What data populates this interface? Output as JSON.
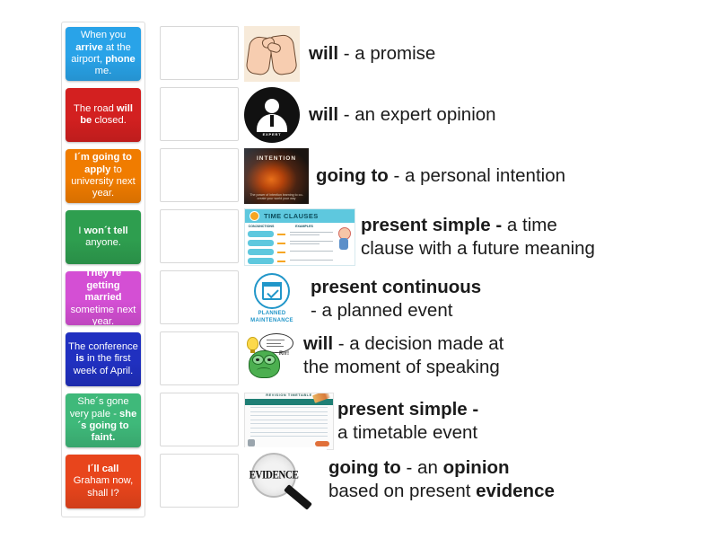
{
  "activity": {
    "type": "match-up",
    "prompt_column_label": "sentence prompts",
    "answer_column_label": "drop zones"
  },
  "prompts": [
    {
      "id": "prompt-1",
      "color": "#29a3e8",
      "text_segments": [
        {
          "t": "When you ",
          "b": false
        },
        {
          "t": "arrive",
          "b": true
        },
        {
          "t": " at the airport, ",
          "b": false
        },
        {
          "t": "phone",
          "b": true
        },
        {
          "t": " me.",
          "b": false
        }
      ]
    },
    {
      "id": "prompt-2",
      "color": "#d32020",
      "text_segments": [
        {
          "t": "The road ",
          "b": false
        },
        {
          "t": "will be",
          "b": true
        },
        {
          "t": " closed.",
          "b": false
        }
      ]
    },
    {
      "id": "prompt-3",
      "color": "#f07c00",
      "text_segments": [
        {
          "t": "I´m going to apply",
          "b": true
        },
        {
          "t": " to university next year.",
          "b": false
        }
      ]
    },
    {
      "id": "prompt-4",
      "color": "#2e9e4f",
      "text_segments": [
        {
          "t": "I ",
          "b": false
        },
        {
          "t": "won´t tell",
          "b": true
        },
        {
          "t": " anyone.",
          "b": false
        }
      ]
    },
    {
      "id": "prompt-5",
      "color": "#d44fd4",
      "text_segments": [
        {
          "t": "They´re getting married",
          "b": true
        },
        {
          "t": " sometime next year.",
          "b": false
        }
      ]
    },
    {
      "id": "prompt-6",
      "color": "#2030c0",
      "text_segments": [
        {
          "t": "The conference ",
          "b": false
        },
        {
          "t": "is",
          "b": true
        },
        {
          "t": " in the first week of April.",
          "b": false
        }
      ]
    },
    {
      "id": "prompt-7",
      "color": "#3fb97a",
      "text_segments": [
        {
          "t": "She´s gone very pale - ",
          "b": false
        },
        {
          "t": "she´s going to faint.",
          "b": true
        }
      ]
    },
    {
      "id": "prompt-8",
      "color": "#e8451c",
      "text_segments": [
        {
          "t": "I´ll call",
          "b": true
        },
        {
          "t": " Graham now, shall I?",
          "b": false
        }
      ]
    }
  ],
  "answers": [
    {
      "id": "answer-1",
      "icon": "pinky-promise-hands-image",
      "line1_segments": [
        {
          "t": "will",
          "b": true
        },
        {
          "t": " - a promise",
          "b": false
        }
      ],
      "line2_segments": []
    },
    {
      "id": "answer-2",
      "icon": "expert-avatar-image",
      "icon_caption": "EXPERT",
      "line1_segments": [
        {
          "t": "will",
          "b": true
        },
        {
          "t": " - an expert opinion",
          "b": false
        }
      ],
      "line2_segments": []
    },
    {
      "id": "answer-3",
      "icon": "intention-book-cover-image",
      "icon_title": "INTENTION",
      "icon_subtitle": "The power of intention learning to co-create your world your way",
      "line1_segments": [
        {
          "t": "going to",
          "b": true
        },
        {
          "t": " - a personal intention",
          "b": false
        }
      ],
      "line2_segments": []
    },
    {
      "id": "answer-4",
      "icon": "time-clauses-infographic-image",
      "icon_title": "TIME CLAUSES",
      "icon_col1": "CONJUNCTIONS",
      "icon_col2": "EXAMPLES",
      "line1_segments": [
        {
          "t": "present simple -",
          "b": true
        },
        {
          "t": " a time",
          "b": false
        }
      ],
      "line2_segments": [
        {
          "t": "clause with a future meaning",
          "b": false
        }
      ]
    },
    {
      "id": "answer-5",
      "icon": "planned-maintenance-calendar-icon",
      "icon_caption_line1": "PLANNED",
      "icon_caption_line2": "MAINTENANCE",
      "line1_segments": [
        {
          "t": "present continuous",
          "b": true
        }
      ],
      "line2_segments": [
        {
          "t": "- a planned event",
          "b": false
        }
      ]
    },
    {
      "id": "answer-6",
      "icon": "thinking-frog-lightbulb-image",
      "line1_segments": [
        {
          "t": "will",
          "b": true
        },
        {
          "t": " - a decision made at",
          "b": false
        }
      ],
      "line2_segments": [
        {
          "t": "the moment of speaking",
          "b": false
        }
      ]
    },
    {
      "id": "answer-7",
      "icon": "revision-timetable-image",
      "icon_title": "REVISION TIMETABLE",
      "line1_segments": [
        {
          "t": "present simple -",
          "b": true
        }
      ],
      "line2_segments": [
        {
          "t": "a timetable event",
          "b": false
        }
      ]
    },
    {
      "id": "answer-8",
      "icon": "evidence-magnifying-glass-image",
      "icon_caption": "EVIDENCE",
      "line1_segments": [
        {
          "t": "going to",
          "b": true
        },
        {
          "t": " - an ",
          "b": false
        },
        {
          "t": "opinion",
          "b": true
        }
      ],
      "line2_segments": [
        {
          "t": "based on present ",
          "b": false
        },
        {
          "t": "evidence",
          "b": true
        }
      ]
    }
  ]
}
